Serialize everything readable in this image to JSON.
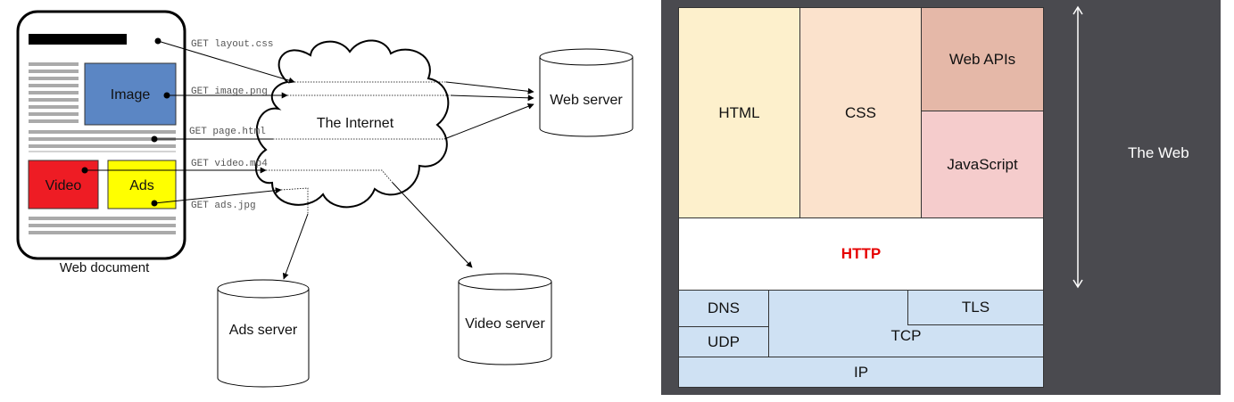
{
  "left_diagram": {
    "document_caption": "Web document",
    "image_block": "Image",
    "video_block": "Video",
    "ads_block": "Ads",
    "cloud_label": "The Internet",
    "requests": [
      "GET layout.css",
      "GET image.png",
      "GET page.html",
      "GET video.mp4",
      "GET ads.jpg"
    ],
    "servers": {
      "web": "Web server",
      "ads": "Ads server",
      "video": "Video server"
    },
    "colors": {
      "image": "#5b86c4",
      "video": "#ee1c24",
      "ads": "#ffff00"
    }
  },
  "stack": {
    "html": "HTML",
    "css": "CSS",
    "web_apis": "Web APIs",
    "javascript": "JavaScript",
    "http": "HTTP",
    "dns": "DNS",
    "udp": "UDP",
    "tls": "TLS",
    "tcp": "TCP",
    "ip": "IP",
    "web_label": "The Web",
    "colors": {
      "html": "#fdf0cc",
      "css": "#fbe2cc",
      "web_apis": "#e5b8a8",
      "javascript": "#f5cccc",
      "http_text": "#e60000",
      "network": "#cfe1f3",
      "panel": "#4a4a4f"
    }
  }
}
